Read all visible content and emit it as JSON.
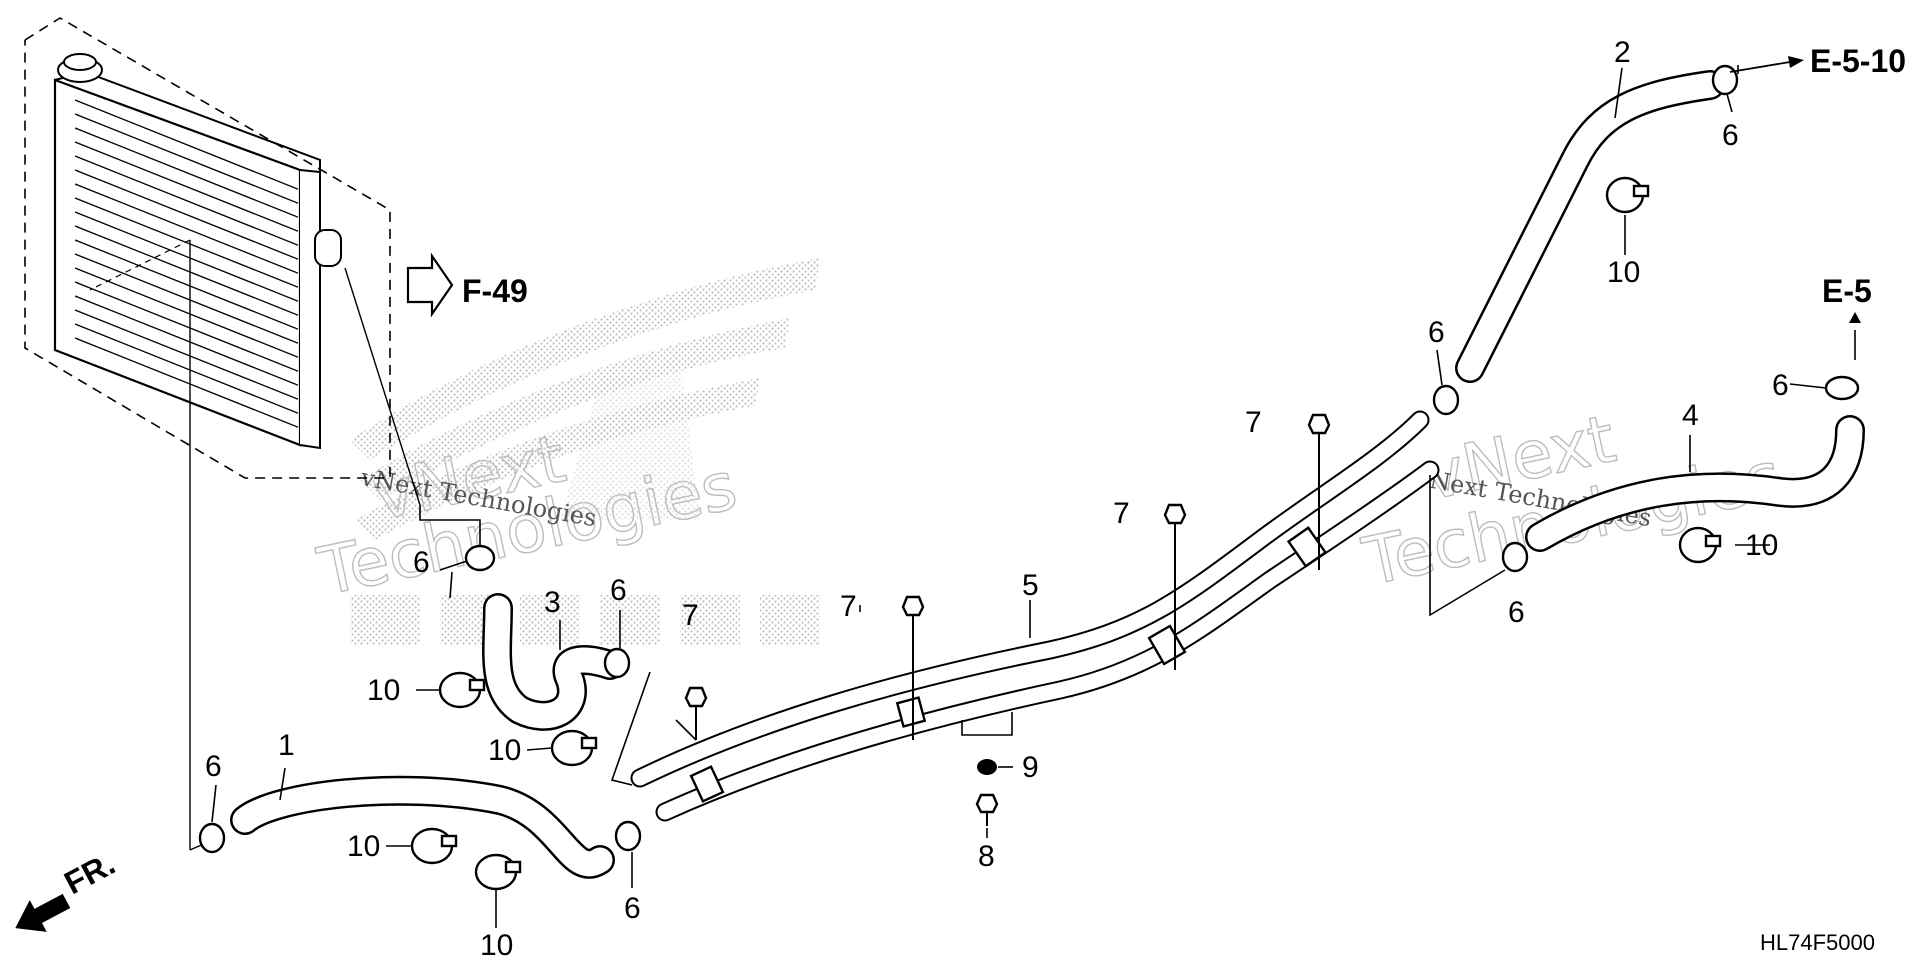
{
  "diagram": {
    "code": "HL74F5000",
    "references": {
      "f49": "F-49",
      "e5_10": "E-5-10",
      "e5": "E-5",
      "front": "FR."
    },
    "watermark": {
      "line1": "vNext",
      "line2": "Technologies",
      "small": "vNext Technologies"
    },
    "callouts": {
      "hose_lower": "1",
      "hose_upper": "2",
      "hose_bend": "3",
      "hose_right": "4",
      "water_pipe": "5",
      "clamp_a": "6",
      "clamp_b": "6",
      "clamp_c": "6",
      "clamp_d": "6",
      "clamp_e": "6",
      "clamp_f": "6",
      "clamp_g": "6",
      "clamp_h": "6",
      "bolt_a": "7",
      "bolt_b": "7",
      "bolt_c": "7",
      "bolt_d": "7",
      "bolt_bottom": "8",
      "washer": "9",
      "band_a": "10",
      "band_b": "10",
      "band_c": "10",
      "band_d": "10",
      "band_e": "10",
      "band_f": "10"
    },
    "colors": {
      "line": "#000000",
      "watermark": "#bdbdbd",
      "stipple": "#8a8a8a",
      "background": "#ffffff"
    }
  }
}
